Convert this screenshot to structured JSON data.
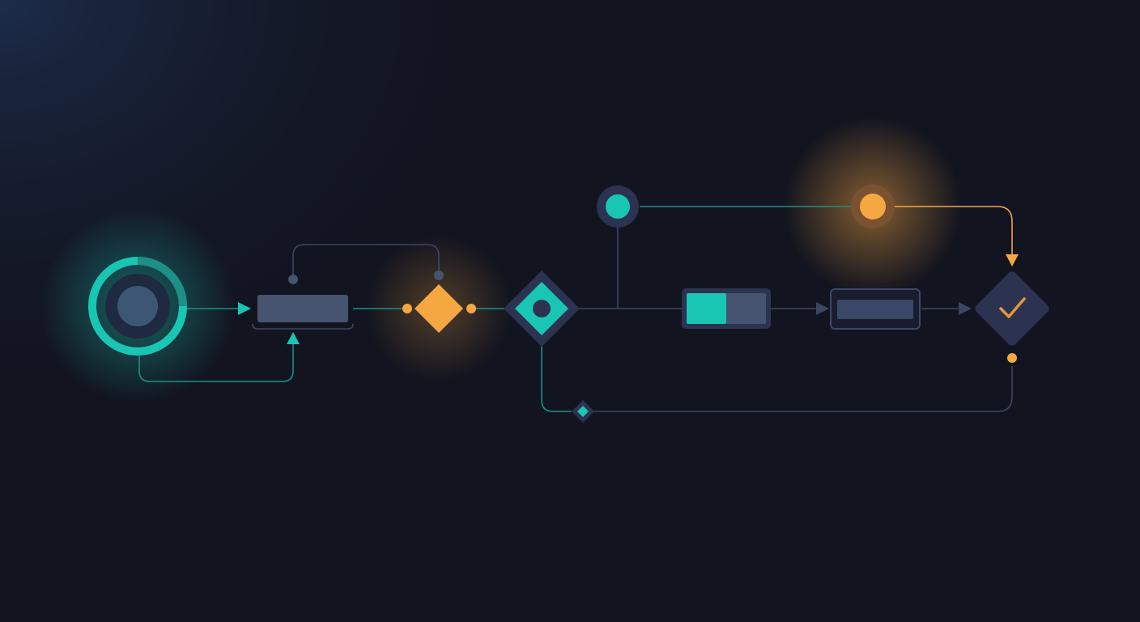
{
  "colors": {
    "background": "#12141f",
    "background_glow": "#1c2c4a",
    "teal": "#19c5b3",
    "teal_dim": "#1d8f86",
    "orange": "#f5a742",
    "node_dark": "#2b3350",
    "node_mid": "#3a4767",
    "slate": "#46536f",
    "connector": "#3b4663",
    "check": "#e8963a"
  },
  "nodes": [
    {
      "id": "start",
      "shape": "ring",
      "icon": "start-ring-icon",
      "state": "active"
    },
    {
      "id": "task-1",
      "shape": "bar",
      "icon": "task-bar-icon",
      "state": "idle"
    },
    {
      "id": "gateway-1",
      "shape": "diamond",
      "icon": "orange-diamond-icon",
      "state": "highlighted"
    },
    {
      "id": "gateway-2",
      "shape": "diamond",
      "icon": "teal-diamond-icon",
      "state": "active"
    },
    {
      "id": "event-top",
      "shape": "circle",
      "icon": "teal-dot-icon",
      "state": "active"
    },
    {
      "id": "event-glow",
      "shape": "circle",
      "icon": "orange-dot-icon",
      "state": "highlighted"
    },
    {
      "id": "progress",
      "shape": "progress-bar",
      "icon": "progress-bar-icon",
      "progress": 0.5
    },
    {
      "id": "task-2",
      "shape": "bar",
      "icon": "outlined-bar-icon",
      "state": "idle"
    },
    {
      "id": "end",
      "shape": "diamond",
      "icon": "checkmark-icon",
      "state": "complete"
    },
    {
      "id": "loop-marker",
      "shape": "diamond",
      "icon": "small-diamond-icon",
      "state": "active"
    }
  ]
}
